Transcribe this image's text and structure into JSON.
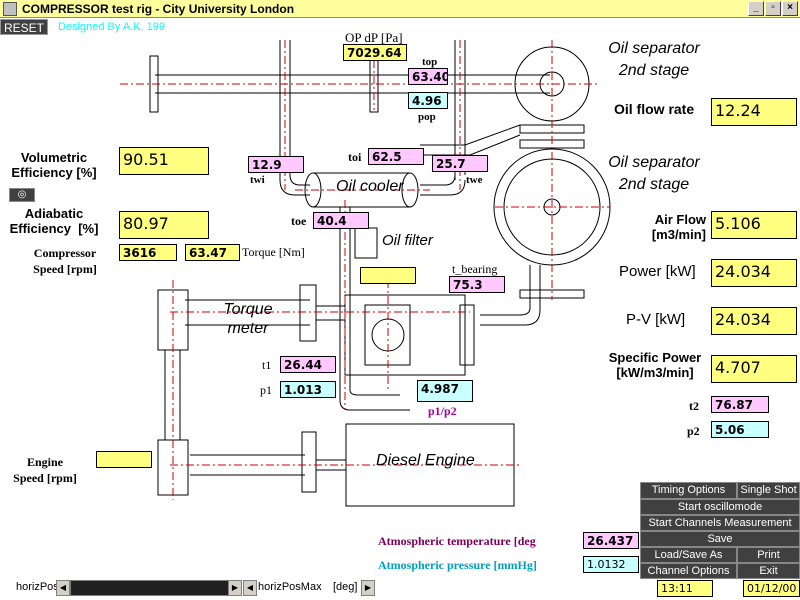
{
  "window": {
    "title": "COMPRESSOR  test rig - City University London",
    "minimize": "_",
    "maximize": "▫",
    "close": "×"
  },
  "header": {
    "reset_label": "RESET",
    "designed_by": "Designed By A.K. 199"
  },
  "readings": {
    "op_dp_label": "OP dP [Pa]",
    "op_dp": "7029.64",
    "top_label": "top",
    "top": "63.40",
    "pop_label": "pop",
    "pop": "4.96",
    "twi_label": "twi",
    "twi": "12.9",
    "toi_label": "toi",
    "toi": "62.5",
    "twe_label": "twe",
    "twe": "25.7",
    "toe_label": "toe",
    "toe": "40.4",
    "t_bearing_label": "t_bearing",
    "t_bearing": "75.3",
    "t1_label": "t1",
    "t1": "26.44",
    "p1_label": "p1",
    "p1": "1.013",
    "p1p2_label": "p1/p2",
    "p1p2": "4.987",
    "t2_label": "t2",
    "t2": "76.87",
    "p2_label": "p2",
    "p2": "5.06",
    "empty_box": ""
  },
  "left_panel": {
    "vol_eff_label": "Volumetric\nEfficiency [%]",
    "vol_eff": "90.51",
    "adi_eff_label": "Adiabatic\nEfficiency  [%]",
    "adi_eff": "80.97",
    "comp_speed_label": "Compressor\nSpeed [rpm]",
    "comp_speed": "3616",
    "torque": "63.47",
    "torque_label": "Torque [Nm]",
    "engine_speed_label": "Engine\nSpeed [rpm]",
    "engine_speed": ""
  },
  "right_panel": {
    "oil_sep_top": "Oil separator\n2nd stage",
    "oil_flow_label": "Oil flow rate",
    "oil_flow": "12.24",
    "oil_sep_mid": "Oil separator\n2nd stage",
    "air_flow_label": "Air Flow\n[m3/min]",
    "air_flow": "5.106",
    "power_label": "Power [kW]",
    "power": "24.034",
    "pv_label": "P-V  [kW]",
    "pv": "24.034",
    "spec_power_label": "Specific Power\n[kW/m3/min]",
    "spec_power": "4.707"
  },
  "diagram": {
    "oil_cooler": "Oil cooler",
    "oil_filter": "Oil filter",
    "torque_meter": "Torque\nmeter",
    "diesel_engine": "Diesel Engine"
  },
  "atmosphere": {
    "temp_label": "Atmospheric temperature [deg",
    "temp": "26.437",
    "pressure_label": "Atmospheric pressure [mmHg]",
    "pressure": "1.0132"
  },
  "buttons": {
    "timing_options": "Timing Options",
    "single_shot": "Single Shot",
    "start_osc": "Start oscillomode",
    "start_channels": "Start Channels Measurement",
    "save": "Save",
    "load_save_as": "Load/Save As",
    "print": "Print",
    "channel_options": "Channel Options",
    "exit": "Exit"
  },
  "status": {
    "horiz_pos": "horizPos",
    "horiz_pos_max": "horizPosMax",
    "deg": "[deg]",
    "time": "13:11",
    "date": "01/12/00"
  }
}
